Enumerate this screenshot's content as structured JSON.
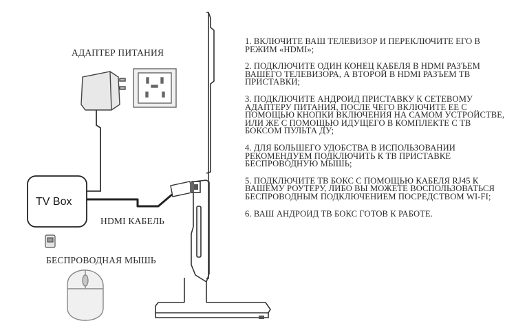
{
  "labels": {
    "power_adapter": "АДАПТЕР ПИТАНИЯ",
    "tv_box": "TV Box",
    "hdmi_cable": "HDMI КАБЕЛЬ",
    "wireless_mouse": "БЕСПРОВОДНАЯ МЫШЬ"
  },
  "steps": [
    "1. ВКЛЮЧИТЕ ВАШ ТЕЛЕВИЗОР И ПЕРЕКЛЮЧИТЕ ЕГО В РЕЖИМ «HDMI»;",
    "2. ПОДКЛЮЧИТЕ ОДИН КОНЕЦ КАБЕЛЯ В HDMI РАЗЪЕМ ВАШЕГО ТЕЛЕВИЗОРА, А ВТОРОЙ В HDMI РАЗЪЕМ ТВ ПРИСТАВКИ;",
    "3. ПОДКЛЮЧИТЕ АНДРОИД ПРИСТАВКУ К СЕТЕВОМУ АДАПТЕРУ ПИТАНИЯ, ПОСЛЕ ЧЕГО ВКЛЮЧИТЕ ЕЕ С ПОМОЩЬЮ КНОПКИ ВКЛЮЧЕНИЯ НА САМОМ УСТРОЙСТВЕ, ИЛИ ЖЕ С ПОМОЩЬЮ ИДУЩЕГО В КОМПЛЕКТЕ С ТВ БОКСОМ ПУЛЬТА ДУ;",
    "4. ДЛЯ БОЛЬШЕГО УДОБСТВА В ИСПОЛЬЗОВАНИИ РЕКОМЕНДУЕМ ПОДКЛЮЧИТЬ К ТВ ПРИСТАВКЕ БЕСПРОВОДНУЮ МЫШЬ;",
    "5. ПОДКЛЮЧИТЕ ТВ БОКС С ПОМОЩЬЮ КАБЕЛЯ RJ45 К ВАШЕМУ РОУТЕРУ, ЛИБО ВЫ МОЖЕТЕ ВОСПОЛЬЗОВАТЬСЯ БЕСПРОВОДНЫМ ПОДКЛЮЧЕНИЕМ ПОСРЕДСТВОМ WI-FI;",
    "6. ВАШ АНДРОИД ТВ БОКС ГОТОВ К РАБОТЕ."
  ],
  "icons": {
    "power_adapter": "power-adapter-icon",
    "wall_socket": "wall-socket-icon",
    "tv": "tv-side-view-icon",
    "usb_receiver": "usb-receiver-icon",
    "mouse": "mouse-icon"
  }
}
